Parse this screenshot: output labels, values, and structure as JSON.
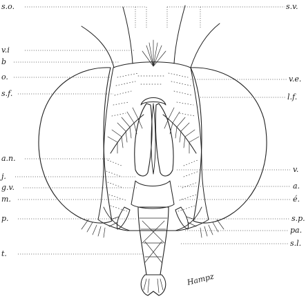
{
  "figure": {
    "labels_left": [
      "s.o.",
      "v.i",
      "b",
      "o.",
      "s.f.",
      "a.n.",
      "j.",
      "g.v.",
      "m.",
      "p.",
      "t."
    ],
    "labels_right": [
      "s.v.",
      "v.e.",
      "l.f.",
      "v.",
      "a.",
      "é.",
      "s.p.",
      "pa.",
      "s.l."
    ],
    "signature": "Hampz"
  }
}
